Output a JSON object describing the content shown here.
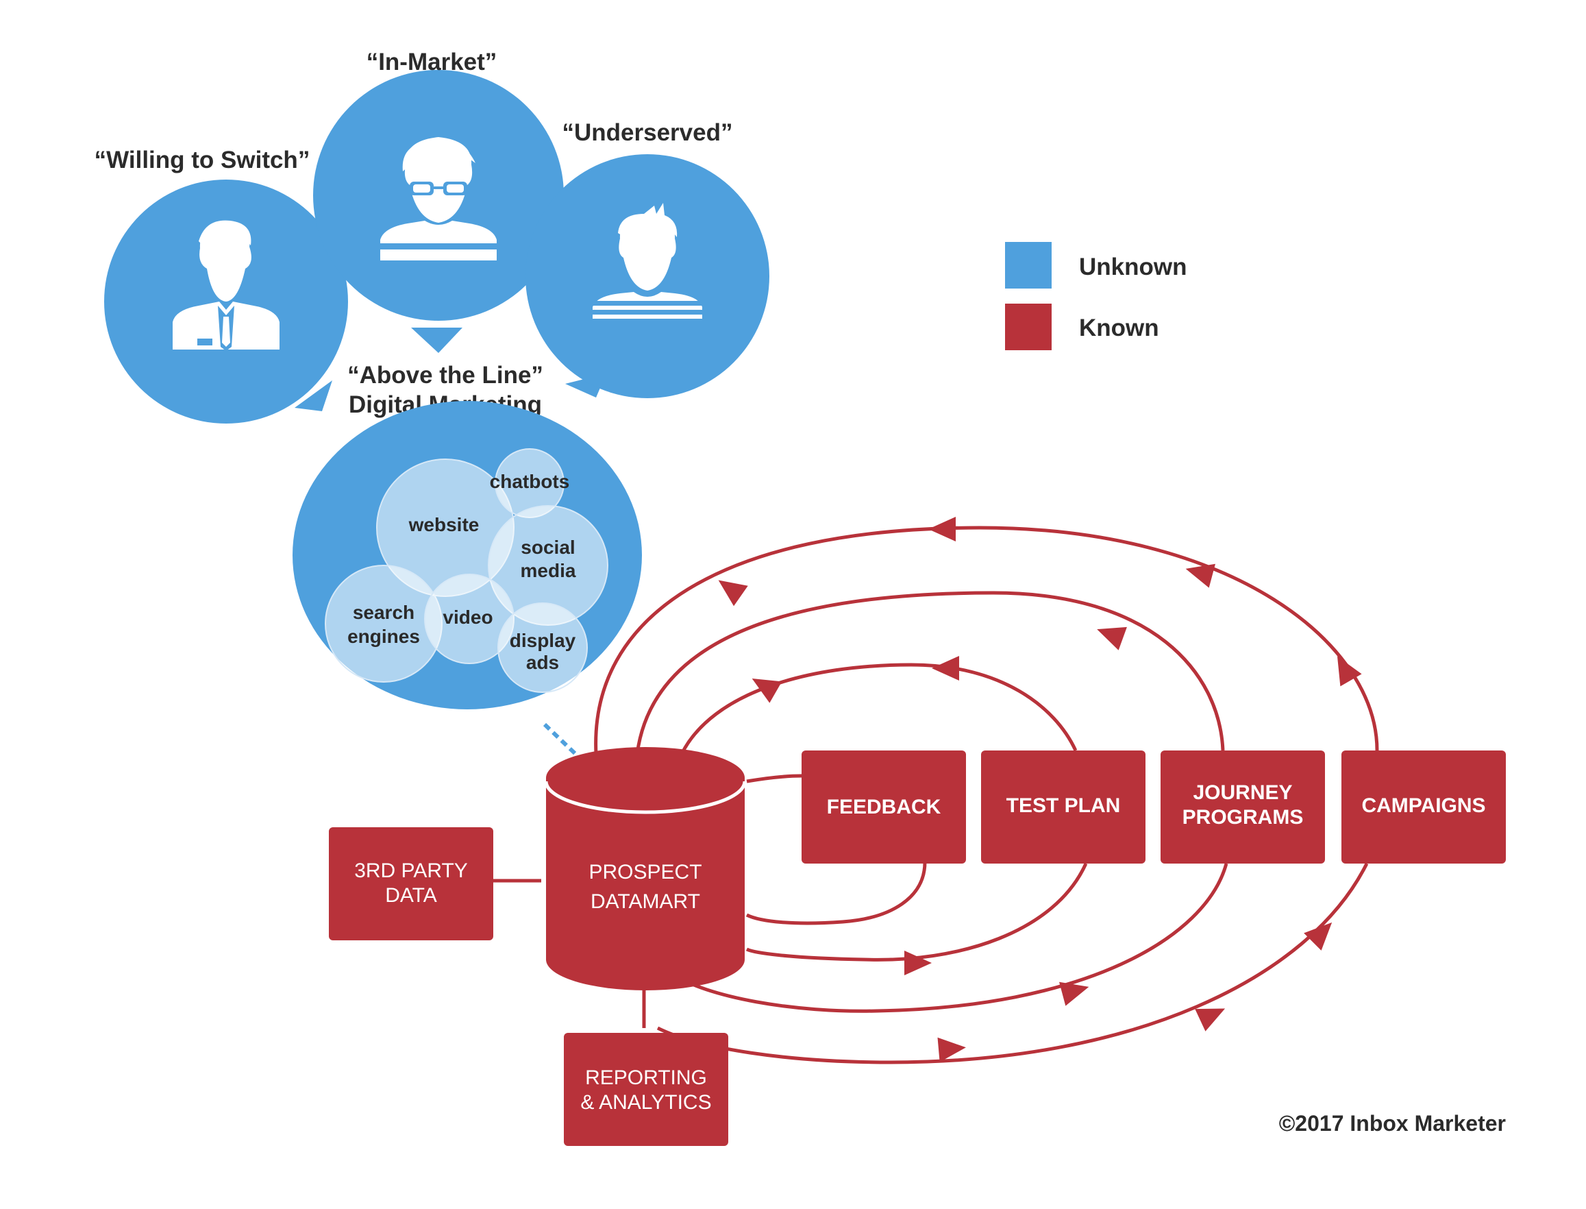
{
  "segments": {
    "willing": "“Willing to Switch”",
    "in_market": "“In-Market”",
    "underserved": "“Underserved”"
  },
  "digital": {
    "title_line1": "“Above the Line”",
    "title_line2": "Digital Marketing",
    "bubbles": {
      "website": "website",
      "chatbots": "chatbots",
      "social_1": "social",
      "social_2": "media",
      "search_1": "search",
      "search_2": "engines",
      "video": "video",
      "display_1": "display",
      "display_2": "ads"
    }
  },
  "legend": {
    "unknown": {
      "label": "Unknown",
      "color": "#4fa0dd"
    },
    "known": {
      "label": "Known",
      "color": "#b8323a"
    }
  },
  "datamart": {
    "line1": "PROSPECT",
    "line2": "DATAMART"
  },
  "boxes": {
    "third_party_1": "3RD PARTY",
    "third_party_2": "DATA",
    "reporting_1": "REPORTING",
    "reporting_2": "& ANALYTICS",
    "feedback": "FEEDBACK",
    "test_plan": "TEST PLAN",
    "journey_1": "JOURNEY",
    "journey_2": "PROGRAMS",
    "campaigns": "CAMPAIGNS"
  },
  "copyright": "©2017 Inbox Marketer",
  "colors": {
    "blue": "#4fa0dd",
    "red": "#b8323a",
    "light_bubble": "#b3d4f0"
  }
}
